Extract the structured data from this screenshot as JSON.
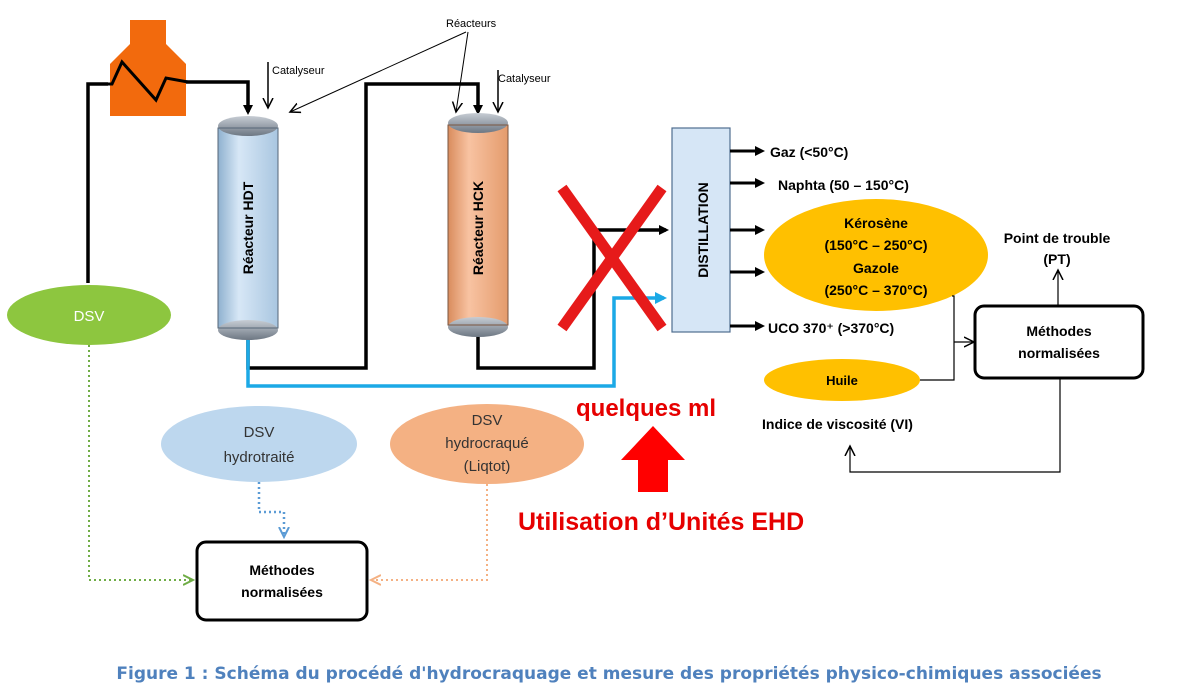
{
  "colors": {
    "furnace": "#f26a0d",
    "hdt_fill": "#bcd6ef",
    "hck_fill": "#f4ae85",
    "distillation_fill": "#d6e6f6",
    "dsv_green": "#8dc63f",
    "dsv_blue": "#bdd7ee",
    "dsv_orange": "#f4b183",
    "yellow": "#ffc000",
    "cross_red": "#e61a1a",
    "cyan_line": "#1ba9e6",
    "emphasis_red": "#e60000",
    "caption_blue": "#4f81bd",
    "dotted_green": "#70ad47",
    "dotted_blue": "#5b9bd5",
    "dotted_orange": "#f4b183"
  },
  "labels": {
    "reacteurs": "Réacteurs",
    "catalyseur_1": "Catalyseur",
    "catalyseur_2": "Catalyseur",
    "reacteur_hdt": "Réacteur HDT",
    "reacteur_hck": "Réacteur HCK",
    "distillation": "DISTILLATION",
    "dsv": "DSV",
    "dsv_hydrotraite_line1": "DSV",
    "dsv_hydrotraite_line2": "hydrotraité",
    "dsv_hydrocraque_line1": "DSV",
    "dsv_hydrocraque_line2": "hydrocraqué",
    "dsv_hydrocraque_line3": "(Liqtot)",
    "gaz": "Gaz (<50°C)",
    "naphta": "Naphta (50  – 150°C)",
    "kerosene_line1": "Kérosène",
    "kerosene_line2": "(150°C – 250°C)",
    "gazole_line1": "Gazole",
    "gazole_line2": "(250°C – 370°C)",
    "uco": "UCO 370⁺ (>370°C)",
    "huile": "Huile",
    "indice_viscosite": "Indice de viscosité (VI)",
    "point_trouble_line1": "Point de trouble",
    "point_trouble_line2": "(PT)",
    "methodes_right_line1": "Méthodes",
    "methodes_right_line2": "normalisées",
    "methodes_bottom_line1": "Méthodes",
    "methodes_bottom_line2": "normalisées",
    "quelques_ml": "quelques ml",
    "utilisation": "Utilisation d’Unités EHD"
  },
  "caption": "Figure 1 : Schéma du procédé d'hydrocraquage et mesure des propriétés physico-chimiques associées"
}
